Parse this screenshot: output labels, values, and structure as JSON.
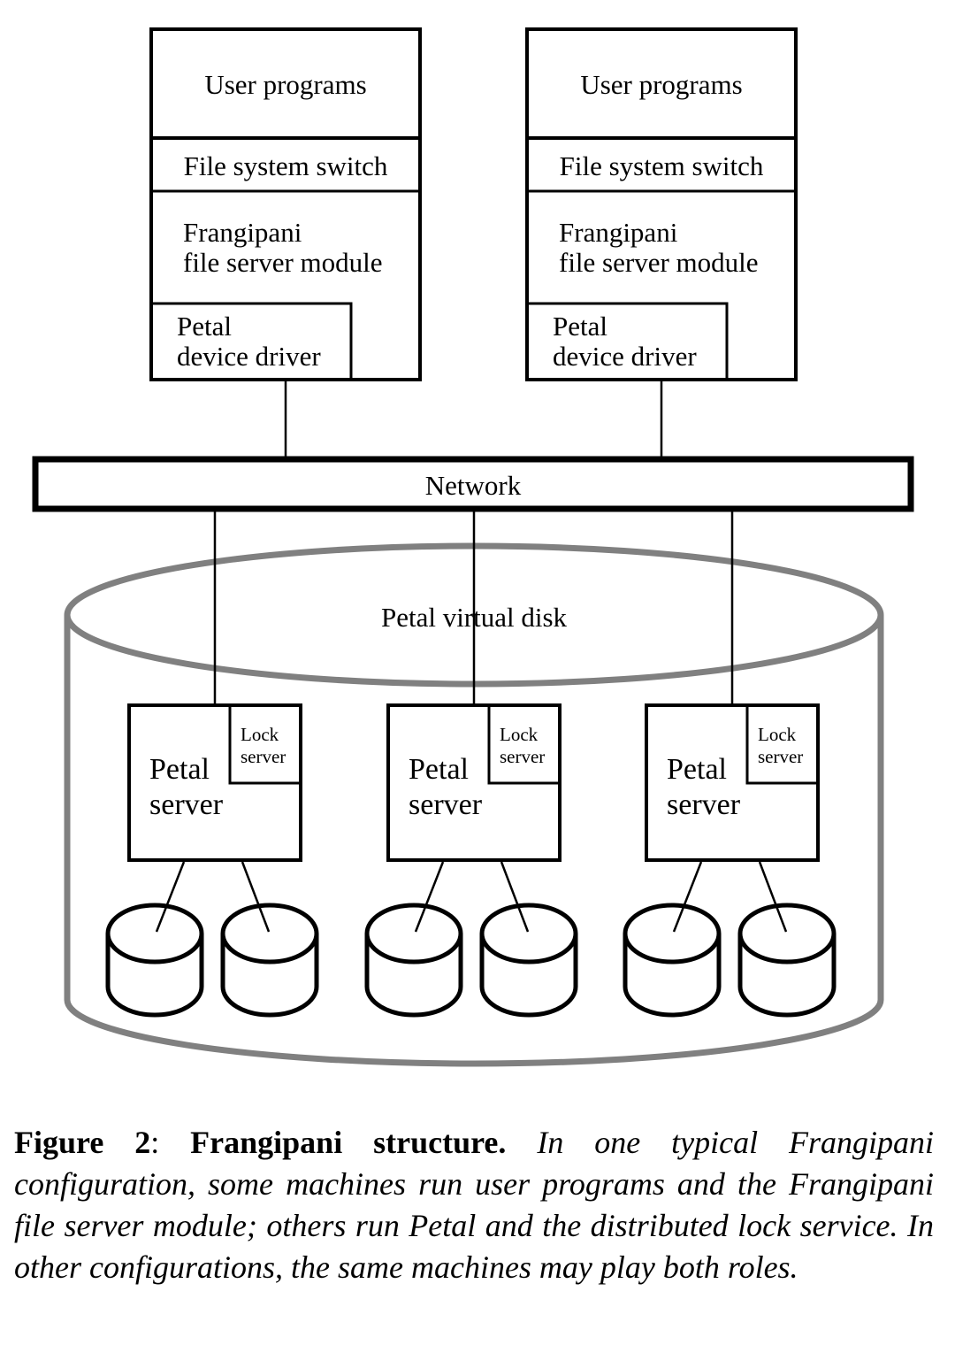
{
  "clients": [
    {
      "user_programs": "User programs",
      "fs_switch": "File system switch",
      "fs_module_line1": "Frangipani",
      "fs_module_line2": "file server module",
      "driver_line1": "Petal",
      "driver_line2": "device driver"
    },
    {
      "user_programs": "User programs",
      "fs_switch": "File system switch",
      "fs_module_line1": "Frangipani",
      "fs_module_line2": "file server module",
      "driver_line1": "Petal",
      "driver_line2": "device driver"
    }
  ],
  "network": {
    "label": "Network"
  },
  "virtual_disk": {
    "label": "Petal virtual disk"
  },
  "servers": [
    {
      "line1": "Petal",
      "line2": "server",
      "lock_line1": "Lock",
      "lock_line2": "server"
    },
    {
      "line1": "Petal",
      "line2": "server",
      "lock_line1": "Lock",
      "lock_line2": "server"
    },
    {
      "line1": "Petal",
      "line2": "server",
      "lock_line1": "Lock",
      "lock_line2": "server"
    }
  ],
  "colors": {
    "outline": "#000000",
    "virtual_disk_outline": "#808080"
  },
  "caption": {
    "label": "Figure 2",
    "separator": ": ",
    "title": "Frangipani structure.",
    "body": "In one typical Frangipani configuration, some machines run user programs and the Frangipani file server module; others run Petal and the distributed lock service. In other configurations, the same machines may play both roles."
  }
}
